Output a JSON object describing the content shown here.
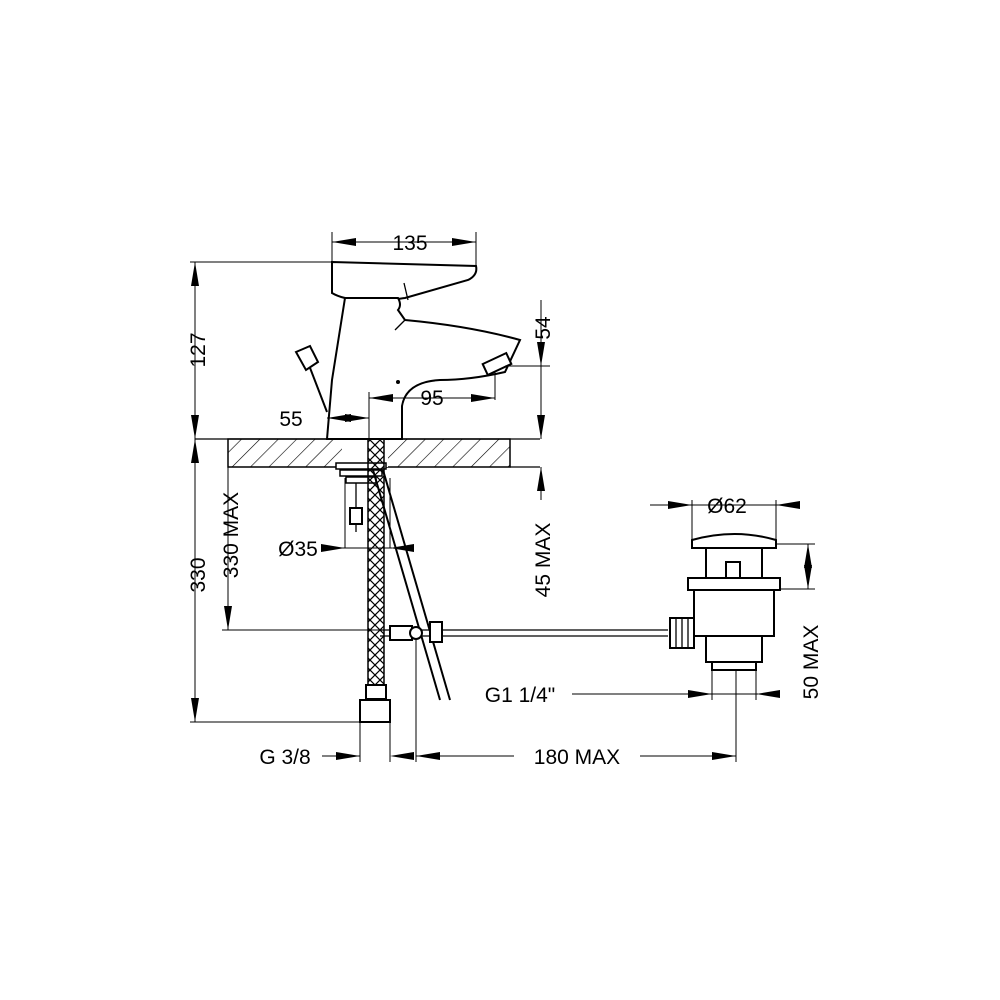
{
  "dimensions": {
    "handle_length": "135",
    "total_height": "127",
    "outlet_height": "54",
    "spout_reach": "95",
    "axis_offset": "55",
    "hole_diameter": "Ø35",
    "supply_length_max": "330 MAX",
    "supply_length": "330",
    "deck_thickness_max": "45 MAX",
    "waste_diameter": "Ø62",
    "waste_height_max": "50 MAX",
    "waste_thread": "G1 1/4\"",
    "supply_thread": "G 3/8",
    "rod_length_max": "180 MAX"
  },
  "colors": {
    "line": "#000000",
    "background": "#ffffff"
  }
}
